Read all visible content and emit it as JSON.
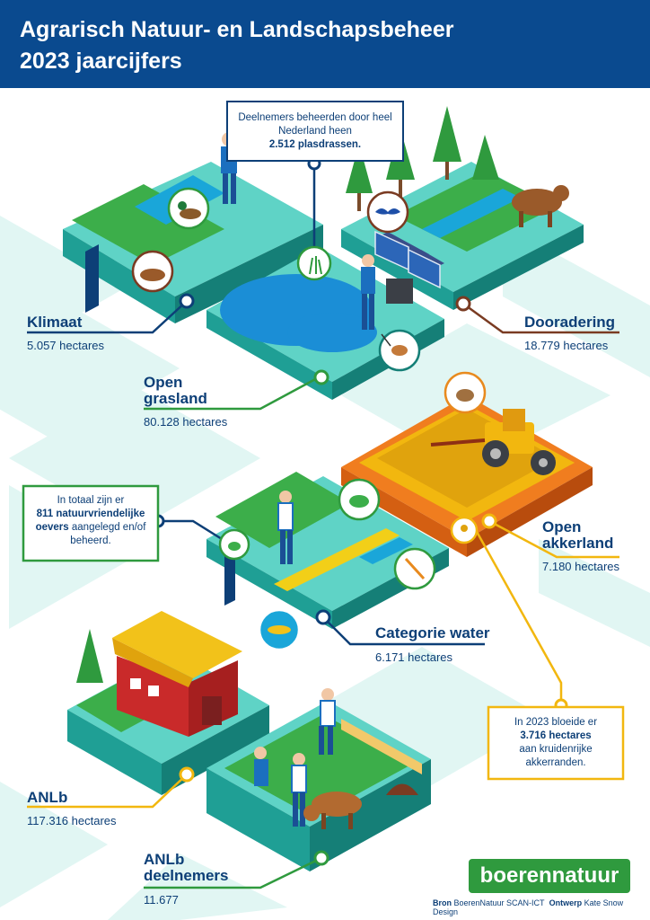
{
  "header": {
    "title_line1": "Agrarisch Natuur- en Landschapsbeheer",
    "title_line2": "2023 jaarcijfers"
  },
  "colors": {
    "header_bg": "#0a4a8f",
    "text_navy": "#0d3f77",
    "land_green": "#2f9a3e",
    "water_teal": "#5fd3c6",
    "field_orange": "#e88a1e",
    "accent_yellow": "#f2b70f"
  },
  "callouts": {
    "plasdrassen": {
      "pre": "Deelnemers beheerden door heel Nederland heen",
      "bold": "2.512 plasdrassen."
    },
    "oevers": {
      "pre": "In totaal zijn er",
      "bold": "811 natuurvriendelijke oevers",
      "post": "aangelegd en/of beheerd."
    },
    "akkerranden": {
      "pre": "In 2023 bloeide er",
      "bold": "3.716 hectares",
      "post": "aan kruidenrijke akkerranden."
    }
  },
  "stats": {
    "klimaat": {
      "label": "Klimaat",
      "value": "5.057 hectares"
    },
    "dooradering": {
      "label": "Dooradering",
      "value": "18.779 hectares"
    },
    "open_grasland": {
      "label_1": "Open",
      "label_2": "grasland",
      "value": "80.128 hectares"
    },
    "open_akkerland": {
      "label_1": "Open",
      "label_2": "akkerland",
      "value": "7.180 hectares"
    },
    "categorie_water": {
      "label": "Categorie water",
      "value": "6.171 hectares"
    },
    "anlb": {
      "label": "ANLb",
      "value": "117.316 hectares"
    },
    "anlb_deelnemers": {
      "label_1": "ANLb",
      "label_2": "deelnemers",
      "value": "11.677"
    }
  },
  "footer": {
    "logo_text": "boerennatuur",
    "bron_label": "Bron",
    "bron_value": "BoerenNatuur SCAN-ICT",
    "ontwerp_label": "Ontwerp",
    "ontwerp_value": "Kate Snow Design"
  },
  "icons": [
    "duck-icon",
    "soil-icon",
    "reed-icon",
    "bat-icon",
    "godwit-icon",
    "bird-icon",
    "frog-icon",
    "plant-icon",
    "dragonfly-icon",
    "flower-icon",
    "fish-icon"
  ]
}
